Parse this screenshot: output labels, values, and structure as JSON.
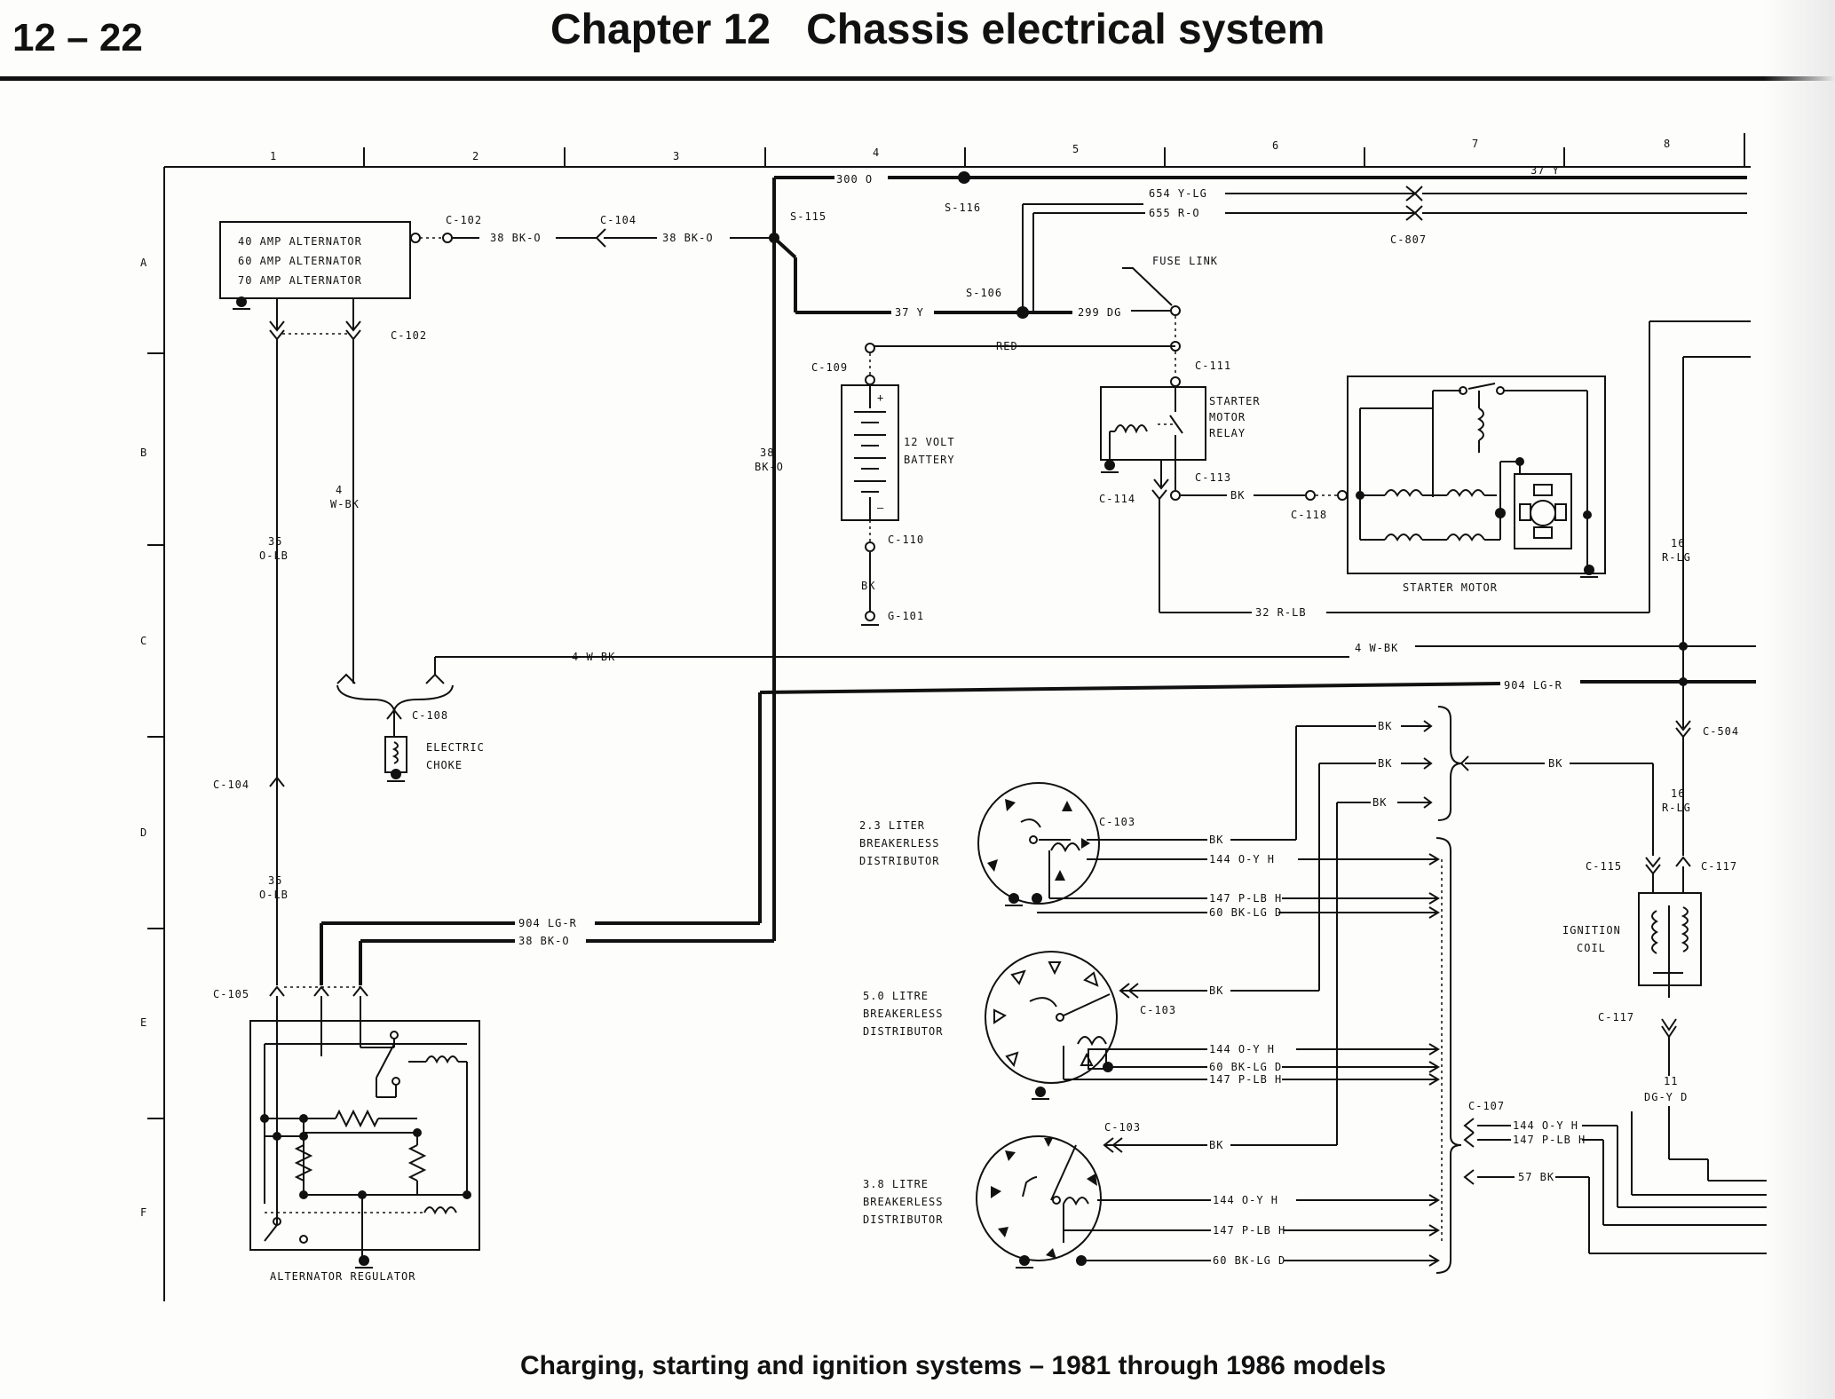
{
  "header": {
    "page_number": "12 – 22",
    "chapter_title": "Chapter 12   Chassis electrical system"
  },
  "caption": "Charging, starting and ignition systems – 1981 through 1986 models",
  "grid": {
    "columns": [
      "1",
      "2",
      "3",
      "4",
      "5",
      "6",
      "7",
      "8"
    ],
    "rows": [
      "A",
      "B",
      "C",
      "D",
      "E",
      "F"
    ]
  },
  "components": {
    "alternator": [
      "40 AMP ALTERNATOR",
      "60 AMP ALTERNATOR",
      "70 AMP ALTERNATOR"
    ],
    "battery": [
      "12 VOLT",
      "BATTERY"
    ],
    "starter_relay": [
      "STARTER",
      "MOTOR",
      "RELAY"
    ],
    "starter_motor": "STARTER MOTOR",
    "electric_choke": [
      "ELECTRIC",
      "CHOKE"
    ],
    "regulator": "ALTERNATOR REGULATOR",
    "ignition_coil": [
      "IGNITION",
      "COIL"
    ],
    "fuse_link": "FUSE LINK",
    "dist_23": [
      "2.3 LITER",
      "BREAKERLESS",
      "DISTRIBUTOR"
    ],
    "dist_50": [
      "5.0 LITRE",
      "BREAKERLESS",
      "DISTRIBUTOR"
    ],
    "dist_38": [
      "3.8 LITRE",
      "BREAKERLESS",
      "DISTRIBUTOR"
    ]
  },
  "connectors": {
    "c102a": "C-102",
    "c104a": "C-104",
    "c102b": "C-102",
    "c807": "C-807",
    "c109": "C-109",
    "c110": "C-110",
    "g101": "G-101",
    "c111": "C-111",
    "c113": "C-113",
    "c114": "C-114",
    "c118": "C-118",
    "c108": "C-108",
    "c104b": "C-104",
    "c105": "C-105",
    "c504": "C-504",
    "c115": "C-115",
    "c117a": "C-117",
    "c117b": "C-117",
    "c103a": "C-103",
    "c103b": "C-103",
    "c103c": "C-103",
    "c107": "C-107",
    "s115": "S-115",
    "s116": "S-116",
    "s106": "S-106"
  },
  "wires": {
    "w38a": "38 BK-O",
    "w38b": "38 BK-O",
    "w300": "300 O",
    "w37a": "37 Y",
    "w654": "654 Y-LG",
    "w655": "655 R-O",
    "w37b": "37 Y",
    "w299": "299 DG",
    "red": "RED",
    "bk_batt": "BK",
    "bk_relay": "BK",
    "w32": "32 R-LB",
    "w4_left": "4 W-BK",
    "w4_right": "4 W-BK",
    "w904_top": "904 LG-R",
    "w904_bot": "904 LG-R",
    "w38_bot": "38 BK-O",
    "v35_top": [
      "35",
      "O-LB"
    ],
    "v4": [
      "4",
      "W-BK"
    ],
    "v38": [
      "38",
      "BK-O"
    ],
    "v35_bot": [
      "35",
      "O-LB"
    ],
    "v16_top": [
      "16",
      "R-LG"
    ],
    "v16_bot": [
      "16",
      "R-LG"
    ],
    "v11": [
      "11",
      "DG-Y D"
    ],
    "bk1": "BK",
    "bk2": "BK",
    "bk3": "BK",
    "bk_main": "BK",
    "d1_bk": "BK",
    "d1_144": "144 O-Y H",
    "d1_147": "147 P-LB H",
    "d1_60": "60 BK-LG D",
    "d2_bk": "BK",
    "d2_144": "144 O-Y H",
    "d2_60": "60 BK-LG D",
    "d2_147": "147 P-LB H",
    "d3_bk": "BK",
    "d3_144": "144 O-Y H",
    "d3_147": "147 P-LB H",
    "d3_60": "60 BK-LG D",
    "c107_144": "144 O-Y H",
    "c107_147": "147 P-LB H",
    "c107_57": "57 BK"
  },
  "battery_terminals": {
    "pos": "+",
    "neg": "–"
  }
}
